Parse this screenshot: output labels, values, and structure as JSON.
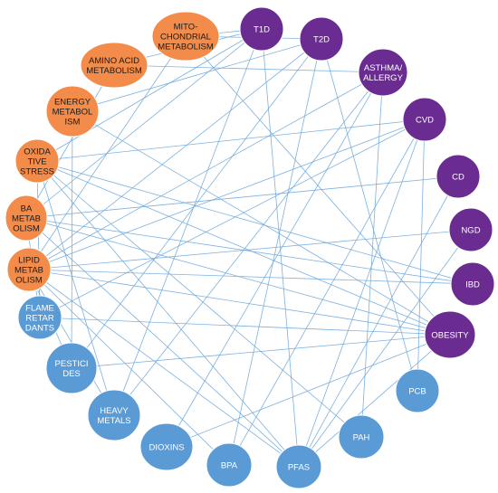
{
  "colors": {
    "metabolic": "#f38b4a",
    "disease": "#6a2c91",
    "pollutant": "#5b9bd5",
    "edge": "#6fa8dc",
    "label_dark": "#1a1a1a",
    "label_light": "#ffffff"
  },
  "nodes": [
    {
      "id": "mito",
      "group": "metabolic",
      "lines": [
        "MITO-",
        "CHONDRIAL",
        "METABOLISM"
      ]
    },
    {
      "id": "amino",
      "group": "metabolic",
      "lines": [
        "AMINO ACID",
        "METABOLISM"
      ]
    },
    {
      "id": "energy",
      "group": "metabolic",
      "lines": [
        "ENERGY",
        "METABOL",
        "ISM"
      ]
    },
    {
      "id": "oxid",
      "group": "metabolic",
      "lines": [
        "OXIDA",
        "TIVE",
        "STRESS"
      ]
    },
    {
      "id": "ba",
      "group": "metabolic",
      "lines": [
        "BA",
        "METAB",
        "OLISM"
      ]
    },
    {
      "id": "lipid",
      "group": "metabolic",
      "lines": [
        "LIPID",
        "METAB",
        "OLISM"
      ]
    },
    {
      "id": "t1d",
      "group": "disease",
      "lines": [
        "T1D"
      ]
    },
    {
      "id": "t2d",
      "group": "disease",
      "lines": [
        "T2D"
      ]
    },
    {
      "id": "asthma",
      "group": "disease",
      "lines": [
        "ASTHMA/",
        "ALLERGY"
      ]
    },
    {
      "id": "cvd",
      "group": "disease",
      "lines": [
        "CVD"
      ]
    },
    {
      "id": "cd",
      "group": "disease",
      "lines": [
        "CD"
      ]
    },
    {
      "id": "ngd",
      "group": "disease",
      "lines": [
        "NGD"
      ]
    },
    {
      "id": "ibd",
      "group": "disease",
      "lines": [
        "IBD"
      ]
    },
    {
      "id": "obesity",
      "group": "disease",
      "lines": [
        "OBESITY"
      ]
    },
    {
      "id": "flame",
      "group": "pollutant",
      "lines": [
        "FLAME",
        "RETAR",
        "DANTS"
      ]
    },
    {
      "id": "pest",
      "group": "pollutant",
      "lines": [
        "PESTICI",
        "DES"
      ]
    },
    {
      "id": "heavy",
      "group": "pollutant",
      "lines": [
        "HEAVY",
        "METALS"
      ]
    },
    {
      "id": "dioxins",
      "group": "pollutant",
      "lines": [
        "DIOXINS"
      ]
    },
    {
      "id": "bpa",
      "group": "pollutant",
      "lines": [
        "BPA"
      ]
    },
    {
      "id": "pfas",
      "group": "pollutant",
      "lines": [
        "PFAS"
      ]
    },
    {
      "id": "pah",
      "group": "pollutant",
      "lines": [
        "PAH"
      ]
    },
    {
      "id": "pcb",
      "group": "pollutant",
      "lines": [
        "PCB"
      ]
    }
  ],
  "edges": [
    [
      "flame",
      "obesity"
    ],
    [
      "flame",
      "ba"
    ],
    [
      "flame",
      "oxid"
    ],
    [
      "pest",
      "obesity"
    ],
    [
      "pest",
      "t2d"
    ],
    [
      "pest",
      "energy"
    ],
    [
      "pest",
      "lipid"
    ],
    [
      "heavy",
      "oxid"
    ],
    [
      "heavy",
      "asthma"
    ],
    [
      "heavy",
      "lipid"
    ],
    [
      "heavy",
      "t1d"
    ],
    [
      "dioxins",
      "asthma"
    ],
    [
      "dioxins",
      "obesity"
    ],
    [
      "bpa",
      "t2d"
    ],
    [
      "bpa",
      "lipid"
    ],
    [
      "bpa",
      "cvd"
    ],
    [
      "pfas",
      "lipid"
    ],
    [
      "pfas",
      "obesity"
    ],
    [
      "pfas",
      "t1d"
    ],
    [
      "pfas",
      "cd"
    ],
    [
      "pfas",
      "ngd"
    ],
    [
      "pfas",
      "oxid"
    ],
    [
      "pfas",
      "ba"
    ],
    [
      "pfas",
      "cvd"
    ],
    [
      "pah",
      "oxid"
    ],
    [
      "pah",
      "asthma"
    ],
    [
      "pcb",
      "t2d"
    ],
    [
      "pcb",
      "cvd"
    ],
    [
      "mito",
      "t1d"
    ],
    [
      "mito",
      "t2d"
    ],
    [
      "mito",
      "lipid"
    ],
    [
      "mito",
      "obesity"
    ],
    [
      "amino",
      "asthma"
    ],
    [
      "amino",
      "ba"
    ],
    [
      "amino",
      "t1d"
    ],
    [
      "energy",
      "obesity"
    ],
    [
      "energy",
      "t2d"
    ],
    [
      "oxid",
      "cvd"
    ],
    [
      "oxid",
      "t1d"
    ],
    [
      "oxid",
      "obesity"
    ],
    [
      "oxid",
      "ibd"
    ],
    [
      "ba",
      "cd"
    ],
    [
      "ba",
      "t1d"
    ],
    [
      "ba",
      "obesity"
    ],
    [
      "ba",
      "ibd"
    ],
    [
      "lipid",
      "asthma"
    ],
    [
      "lipid",
      "cvd"
    ],
    [
      "lipid",
      "t2d"
    ],
    [
      "lipid",
      "obesity"
    ],
    [
      "lipid",
      "ngd"
    ],
    [
      "lipid",
      "ibd"
    ],
    [
      "flame",
      "cvd"
    ]
  ]
}
